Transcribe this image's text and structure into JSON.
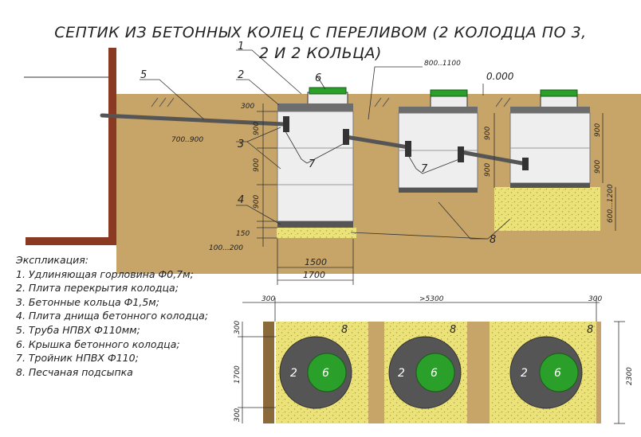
{
  "title_line1": "СЕПТИК ИЗ БЕТОННЫХ КОЛЕЦ С ПЕРЕЛИВОМ (2 КОЛОДЦА ПО 3,",
  "title_line2": "2 И 2 КОЛЬЦА)",
  "section": {
    "level_mark": "0.000",
    "callouts": [
      "1",
      "2",
      "3",
      "4",
      "5",
      "6",
      "7",
      "7",
      "8"
    ],
    "dims": {
      "pipe_depth": "700..900",
      "overflow_depth": "800..1100",
      "neck": "300",
      "ring": "900",
      "bottom_slab": "150",
      "bedding": "100...200",
      "sand_bed": "600...1200",
      "inner_diameter": "1500",
      "outer_diameter": "1700"
    }
  },
  "legend": {
    "heading": "Экспликация:",
    "items": [
      "1. Удлиняющая горловина Ф0,7м;",
      "2. Плита перекрытия колодца;",
      "3. Бетонные кольца Ф1,5м;",
      "4. Плита днища бетонного колодца;",
      "5. Труба НПВХ Ф110мм;",
      "6. Крышка бетонного колодца;",
      "7. Тройник НПВХ Ф110;",
      "8. Песчаная подсыпка"
    ]
  },
  "plan": {
    "top_left": "300",
    "top_mid": ">5300",
    "top_right": "300",
    "left_top": "300",
    "left_mid": "1700",
    "left_bottom": "300",
    "right": "2300",
    "sand_label": "8",
    "slab_label": "2",
    "lid_label": "6"
  },
  "colors": {
    "soil": "#c7a468",
    "sand": "#ece27a",
    "ring": "#eeeeee",
    "lid": "#2aa02a",
    "wall": "#8a3a22",
    "plan_slab": "#555555"
  }
}
